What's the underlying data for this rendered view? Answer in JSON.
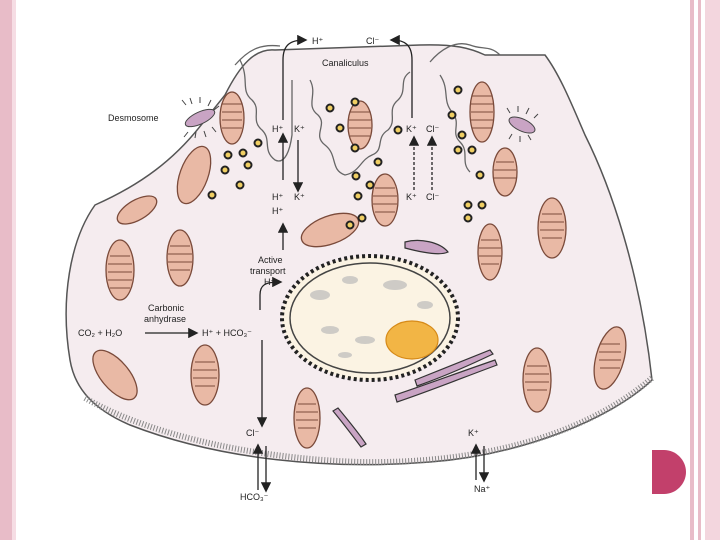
{
  "labels": {
    "h_top": "H⁺",
    "cl_top": "Cl⁻",
    "canaliculus": "Canaliculus",
    "desmosome": "Desmosome",
    "h_upper_left": "H⁺",
    "k_upper_left": "K⁺",
    "k_upper_right": "K⁺",
    "cl_upper_right": "Cl⁻",
    "h_mid_left": "H⁺",
    "k_mid_left": "K⁺",
    "h_mid_left2": "H⁺",
    "k_mid_right": "K⁺",
    "cl_mid_right": "Cl⁻",
    "active_transport_line1": "Active",
    "active_transport_line2": "transport",
    "active_transport_line3": "H⁺",
    "carbonic_line1": "Carbonic",
    "carbonic_line2": "anhydrase",
    "reaction_left": "CO₂ + H₂O",
    "reaction_right": "H⁺ + HCO₃⁻",
    "cl_bottom": "Cl⁻",
    "hco3_bottom": "HCO₃⁻",
    "k_bottom": "K⁺",
    "na_bottom": "Na⁺"
  },
  "colors": {
    "cell_fill": "#f5ecef",
    "cell_stroke": "#555555",
    "mitochondria_fill": "#e9b9a5",
    "nucleus_fill": "#fbf3e3",
    "nucleolus_fill": "#f2b545",
    "er_fill": "#c9a4c4",
    "vesicle_fill": "#f0cf63",
    "accent": "#c2406b",
    "frame": "#e8bcc8"
  }
}
